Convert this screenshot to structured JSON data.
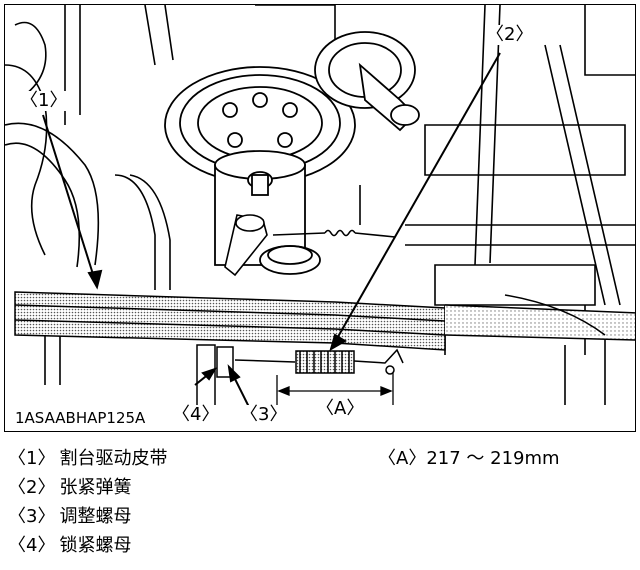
{
  "figure": {
    "code": "1ASAABHAP125A",
    "callouts": {
      "c1": "〈1〉",
      "c2": "〈2〉",
      "c3": "〈3〉",
      "c4": "〈4〉",
      "ca": "〈A〉"
    }
  },
  "legend": [
    {
      "num": "〈1〉",
      "text": "割台驱动皮带"
    },
    {
      "num": "〈2〉",
      "text": "张紧弹簧"
    },
    {
      "num": "〈3〉",
      "text": "调整螺母"
    },
    {
      "num": "〈4〉",
      "text": "锁紧螺母"
    }
  ],
  "spec": {
    "label": "〈A〉",
    "value": "217 ～ 219mm"
  }
}
